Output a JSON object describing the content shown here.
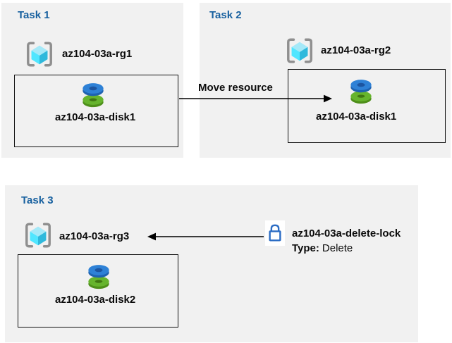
{
  "colors": {
    "panel_bg": "#f1f1f1",
    "title_blue": "#17609f",
    "text_black": "#0b0b0b",
    "box_border": "#111111",
    "arrow_black": "#000000",
    "bracket_gray": "#8f8f8f",
    "cube_top": "#a5e9f8",
    "cube_left": "#50e6ff",
    "cube_right": "#2fb9dc",
    "disk_blue_top": "#2e81d6",
    "disk_blue_side": "#1e62b0",
    "disk_blue_hole": "#1c55a0",
    "disk_green_top": "#66b42d",
    "disk_green_side": "#4e8f1a",
    "disk_green_hole": "#3f7612",
    "lock_blue": "#2b6cc4"
  },
  "icons": {
    "resource_group": "resource-group-icon",
    "disk": "disk-icon",
    "lock": "lock-icon"
  },
  "task1": {
    "title": "Task 1",
    "resource_group": "az104-03a-rg1",
    "disk": "az104-03a-disk1"
  },
  "task2": {
    "title": "Task 2",
    "resource_group": "az104-03a-rg2",
    "disk": "az104-03a-disk1"
  },
  "task3": {
    "title": "Task 3",
    "resource_group": "az104-03a-rg3",
    "disk": "az104-03a-disk2"
  },
  "move_arrow": {
    "label": "Move resource"
  },
  "lock": {
    "name": "az104-03a-delete-lock",
    "type_label": "Type:",
    "type_value": "Delete"
  }
}
